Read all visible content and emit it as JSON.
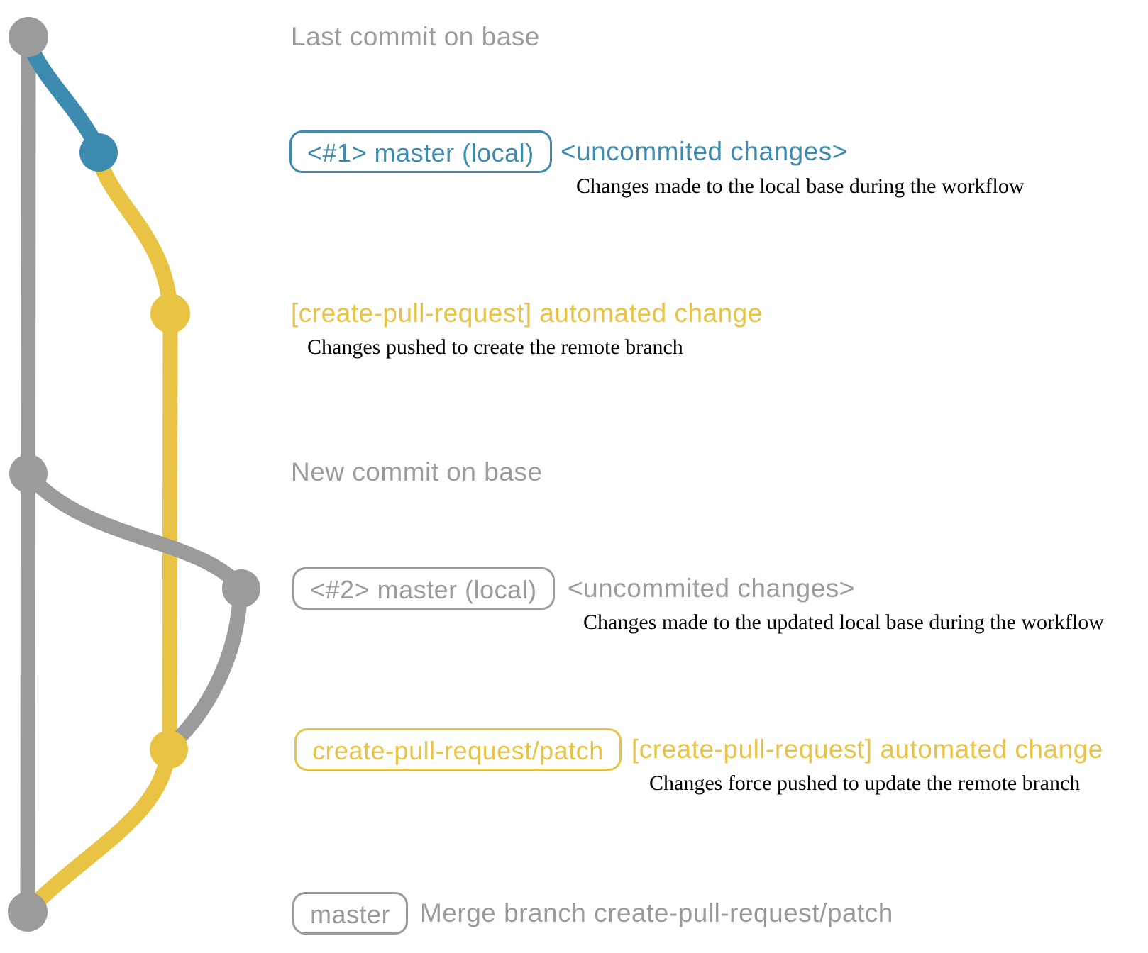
{
  "colors": {
    "gray": "#9b9b9b",
    "blue": "#3e8bb0",
    "yellow": "#e9c344",
    "description_text": "#000000"
  },
  "rows": {
    "last_commit": {
      "label": "Last commit on base"
    },
    "commit1": {
      "tag": "<#1> master (local)",
      "annotation": "<uncommited changes>",
      "description": "Changes made to the local base during the workflow"
    },
    "push1": {
      "annotation": "[create-pull-request] automated change",
      "description": "Changes pushed to create the remote branch"
    },
    "new_commit": {
      "label": "New commit on base"
    },
    "commit2": {
      "tag": "<#2> master (local)",
      "annotation": "<uncommited changes>",
      "description": "Changes made to the updated local base during the workflow"
    },
    "push2": {
      "tag": "create-pull-request/patch",
      "annotation": "[create-pull-request] automated change",
      "description": "Changes force pushed to update the remote branch"
    },
    "merge": {
      "tag": "master",
      "annotation": "Merge branch create-pull-request/patch"
    }
  }
}
